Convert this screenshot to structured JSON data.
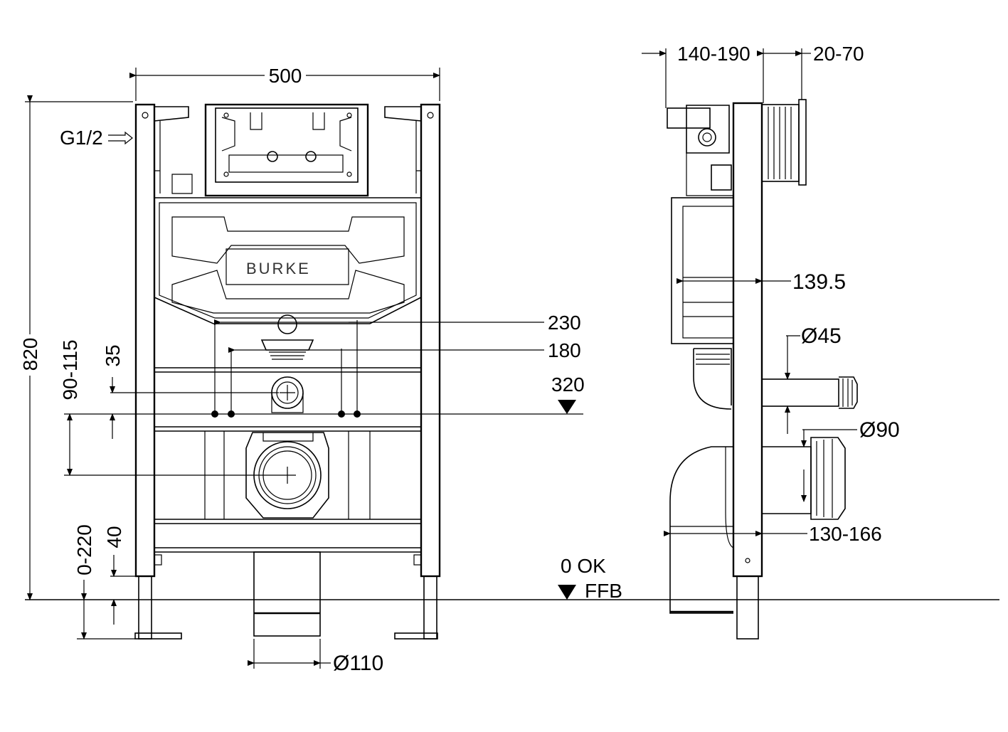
{
  "front_view": {
    "width_label": "500",
    "height_label": "820",
    "inlet_label": "G1/2",
    "brand_label": "BURKE",
    "dim_230": "230",
    "dim_180": "180",
    "dim_320": "320",
    "dim_35": "35",
    "dim_90_115": "90-115",
    "dim_40": "40",
    "dim_0_220": "0-220",
    "dim_110": "Ø110",
    "level_ok": "0  OK",
    "level_ffb": "FFB"
  },
  "side_view": {
    "dim_140_190": "140-190",
    "dim_20_70": "20-70",
    "dim_139_5": "139.5",
    "dim_45": "Ø45",
    "dim_90": "Ø90",
    "dim_130_166": "130-166"
  },
  "colors": {
    "line": "#000000",
    "frame_fill": "#d9d9d9",
    "background": "#ffffff"
  }
}
